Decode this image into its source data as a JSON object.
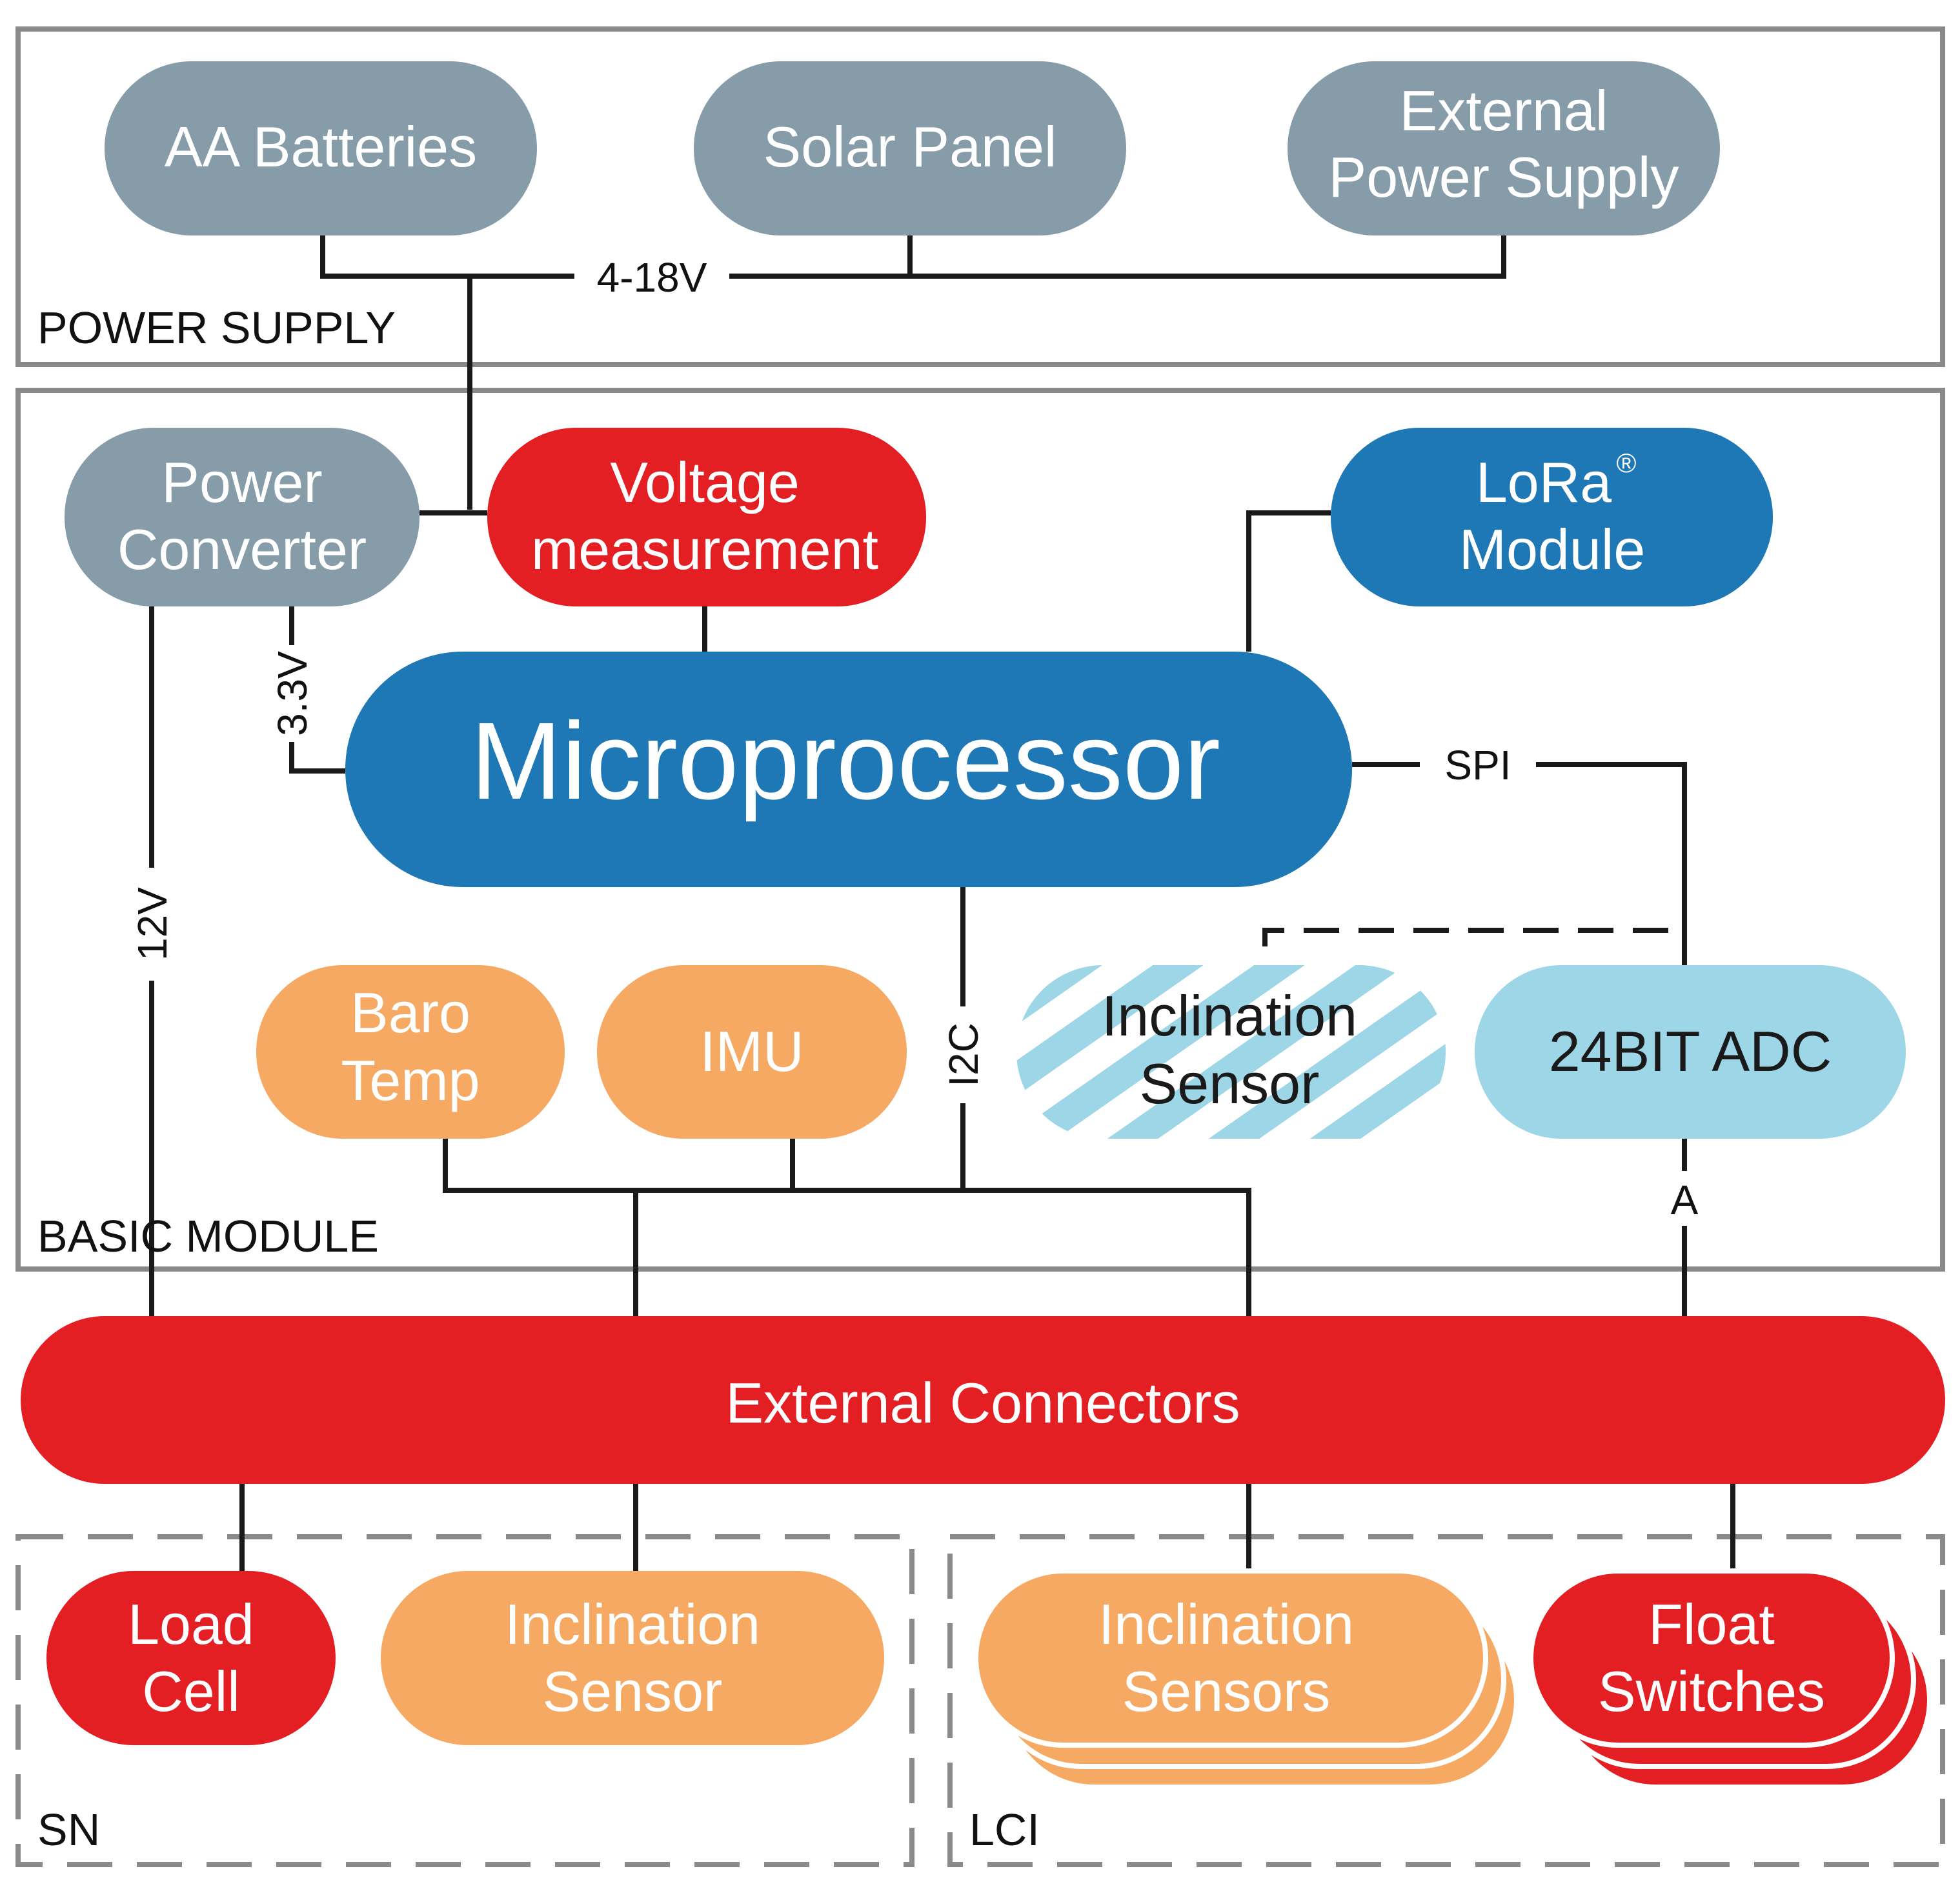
{
  "sections": {
    "power_supply": "POWER SUPPLY",
    "basic_module": "BASIC MODULE",
    "sn": "SN",
    "lci": "LCI"
  },
  "nodes": {
    "aa_batteries": [
      "AA Batteries"
    ],
    "solar_panel": [
      "Solar Panel"
    ],
    "external_power_supply": [
      "External",
      "Power Supply"
    ],
    "power_converter": [
      "Power",
      "Converter"
    ],
    "voltage_measurement": [
      "Voltage",
      "measurement"
    ],
    "lora_module": [
      "LoRa",
      "Module"
    ],
    "lora_mark": "®",
    "microprocessor": [
      "Microprocessor"
    ],
    "baro_temp": [
      "Baro",
      "Temp"
    ],
    "imu": [
      "IMU"
    ],
    "inclination_sensor_internal": [
      "Inclination",
      "Sensor"
    ],
    "adc": [
      "24BIT ADC"
    ],
    "external_connectors": [
      "External Connectors"
    ],
    "load_cell": [
      "Load",
      "Cell"
    ],
    "inclination_sensor_sn": [
      "Inclination",
      "Sensor"
    ],
    "inclination_sensors_lci": [
      "Inclination",
      "Sensors"
    ],
    "float_switches": [
      "Float",
      "Switches"
    ]
  },
  "wire_labels": {
    "supply_voltage": "4-18V",
    "logic_voltage": "3.3V",
    "bus_voltage": "12V",
    "i2c": "I2C",
    "spi": "SPI",
    "analog": "A"
  },
  "colors": {
    "grey": "#869ca8",
    "red": "#e31f24",
    "blue": "#1e78b5",
    "orange": "#f5a962",
    "light_blue": "#9dd6e6",
    "frame": "#8a8a8a",
    "line": "#1a1a1a"
  }
}
